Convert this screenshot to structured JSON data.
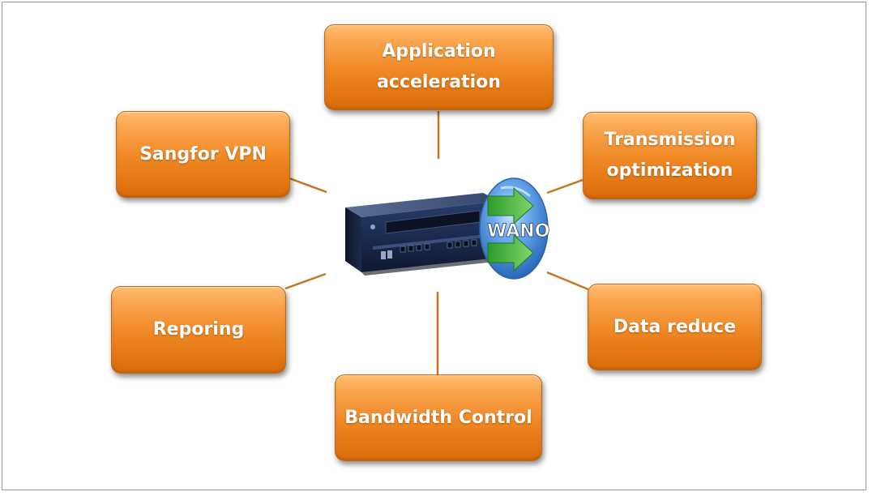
{
  "diagram": {
    "center": {
      "badge_label": "WANO"
    },
    "nodes": {
      "application": "Application\nacceleration",
      "vpn": "Sangfor VPN",
      "transmission": "Transmission\noptimization",
      "reporing": "Reporing",
      "data": "Data reduce",
      "bandwidth": "Bandwidth Control"
    },
    "colors": {
      "node_fill": "#f08a26",
      "node_border": "#b96a16",
      "connector": "#c8741e",
      "device_body": "#1b2a4e",
      "badge_blue": "#3a7fd0",
      "badge_arrow": "#3fb23f"
    }
  }
}
